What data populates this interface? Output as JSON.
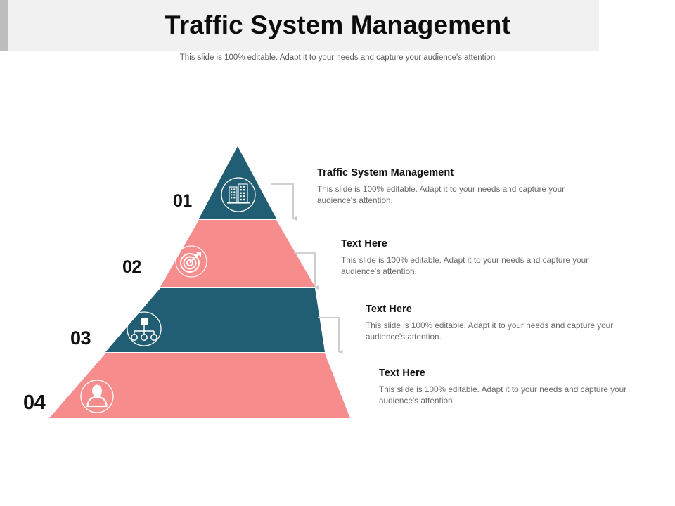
{
  "header": {
    "title": "Traffic System Management",
    "subtitle": "This slide is 100% editable. Adapt it to your needs and capture your audience's attention"
  },
  "colors": {
    "teal": "#225E73",
    "salmon": "#F78C8C",
    "banner_bg": "#F1F1F1",
    "banner_accent": "#BDBDBD",
    "connector": "#C9C9C9",
    "heading_text": "#111111",
    "body_text": "#6A6A6A"
  },
  "pyramid": {
    "tiers": [
      {
        "number": "01",
        "color": "#225E73",
        "icon": "building-icon",
        "heading": "Traffic System Management",
        "body": "This slide is 100% editable. Adapt it to your needs and capture your audience's attention."
      },
      {
        "number": "02",
        "color": "#F78C8C",
        "icon": "target-arrow-icon",
        "heading": "Text Here",
        "body": "This slide is 100% editable. Adapt it to your needs and capture your audience's attention."
      },
      {
        "number": "03",
        "color": "#225E73",
        "icon": "org-chart-icon",
        "heading": "Text Here",
        "body": "This slide is 100% editable. Adapt it to your needs and capture your audience's attention."
      },
      {
        "number": "04",
        "color": "#F78C8C",
        "icon": "user-icon",
        "heading": "Text Here",
        "body": "This slide is 100% editable. Adapt it to your needs and capture your audience's attention."
      }
    ]
  }
}
